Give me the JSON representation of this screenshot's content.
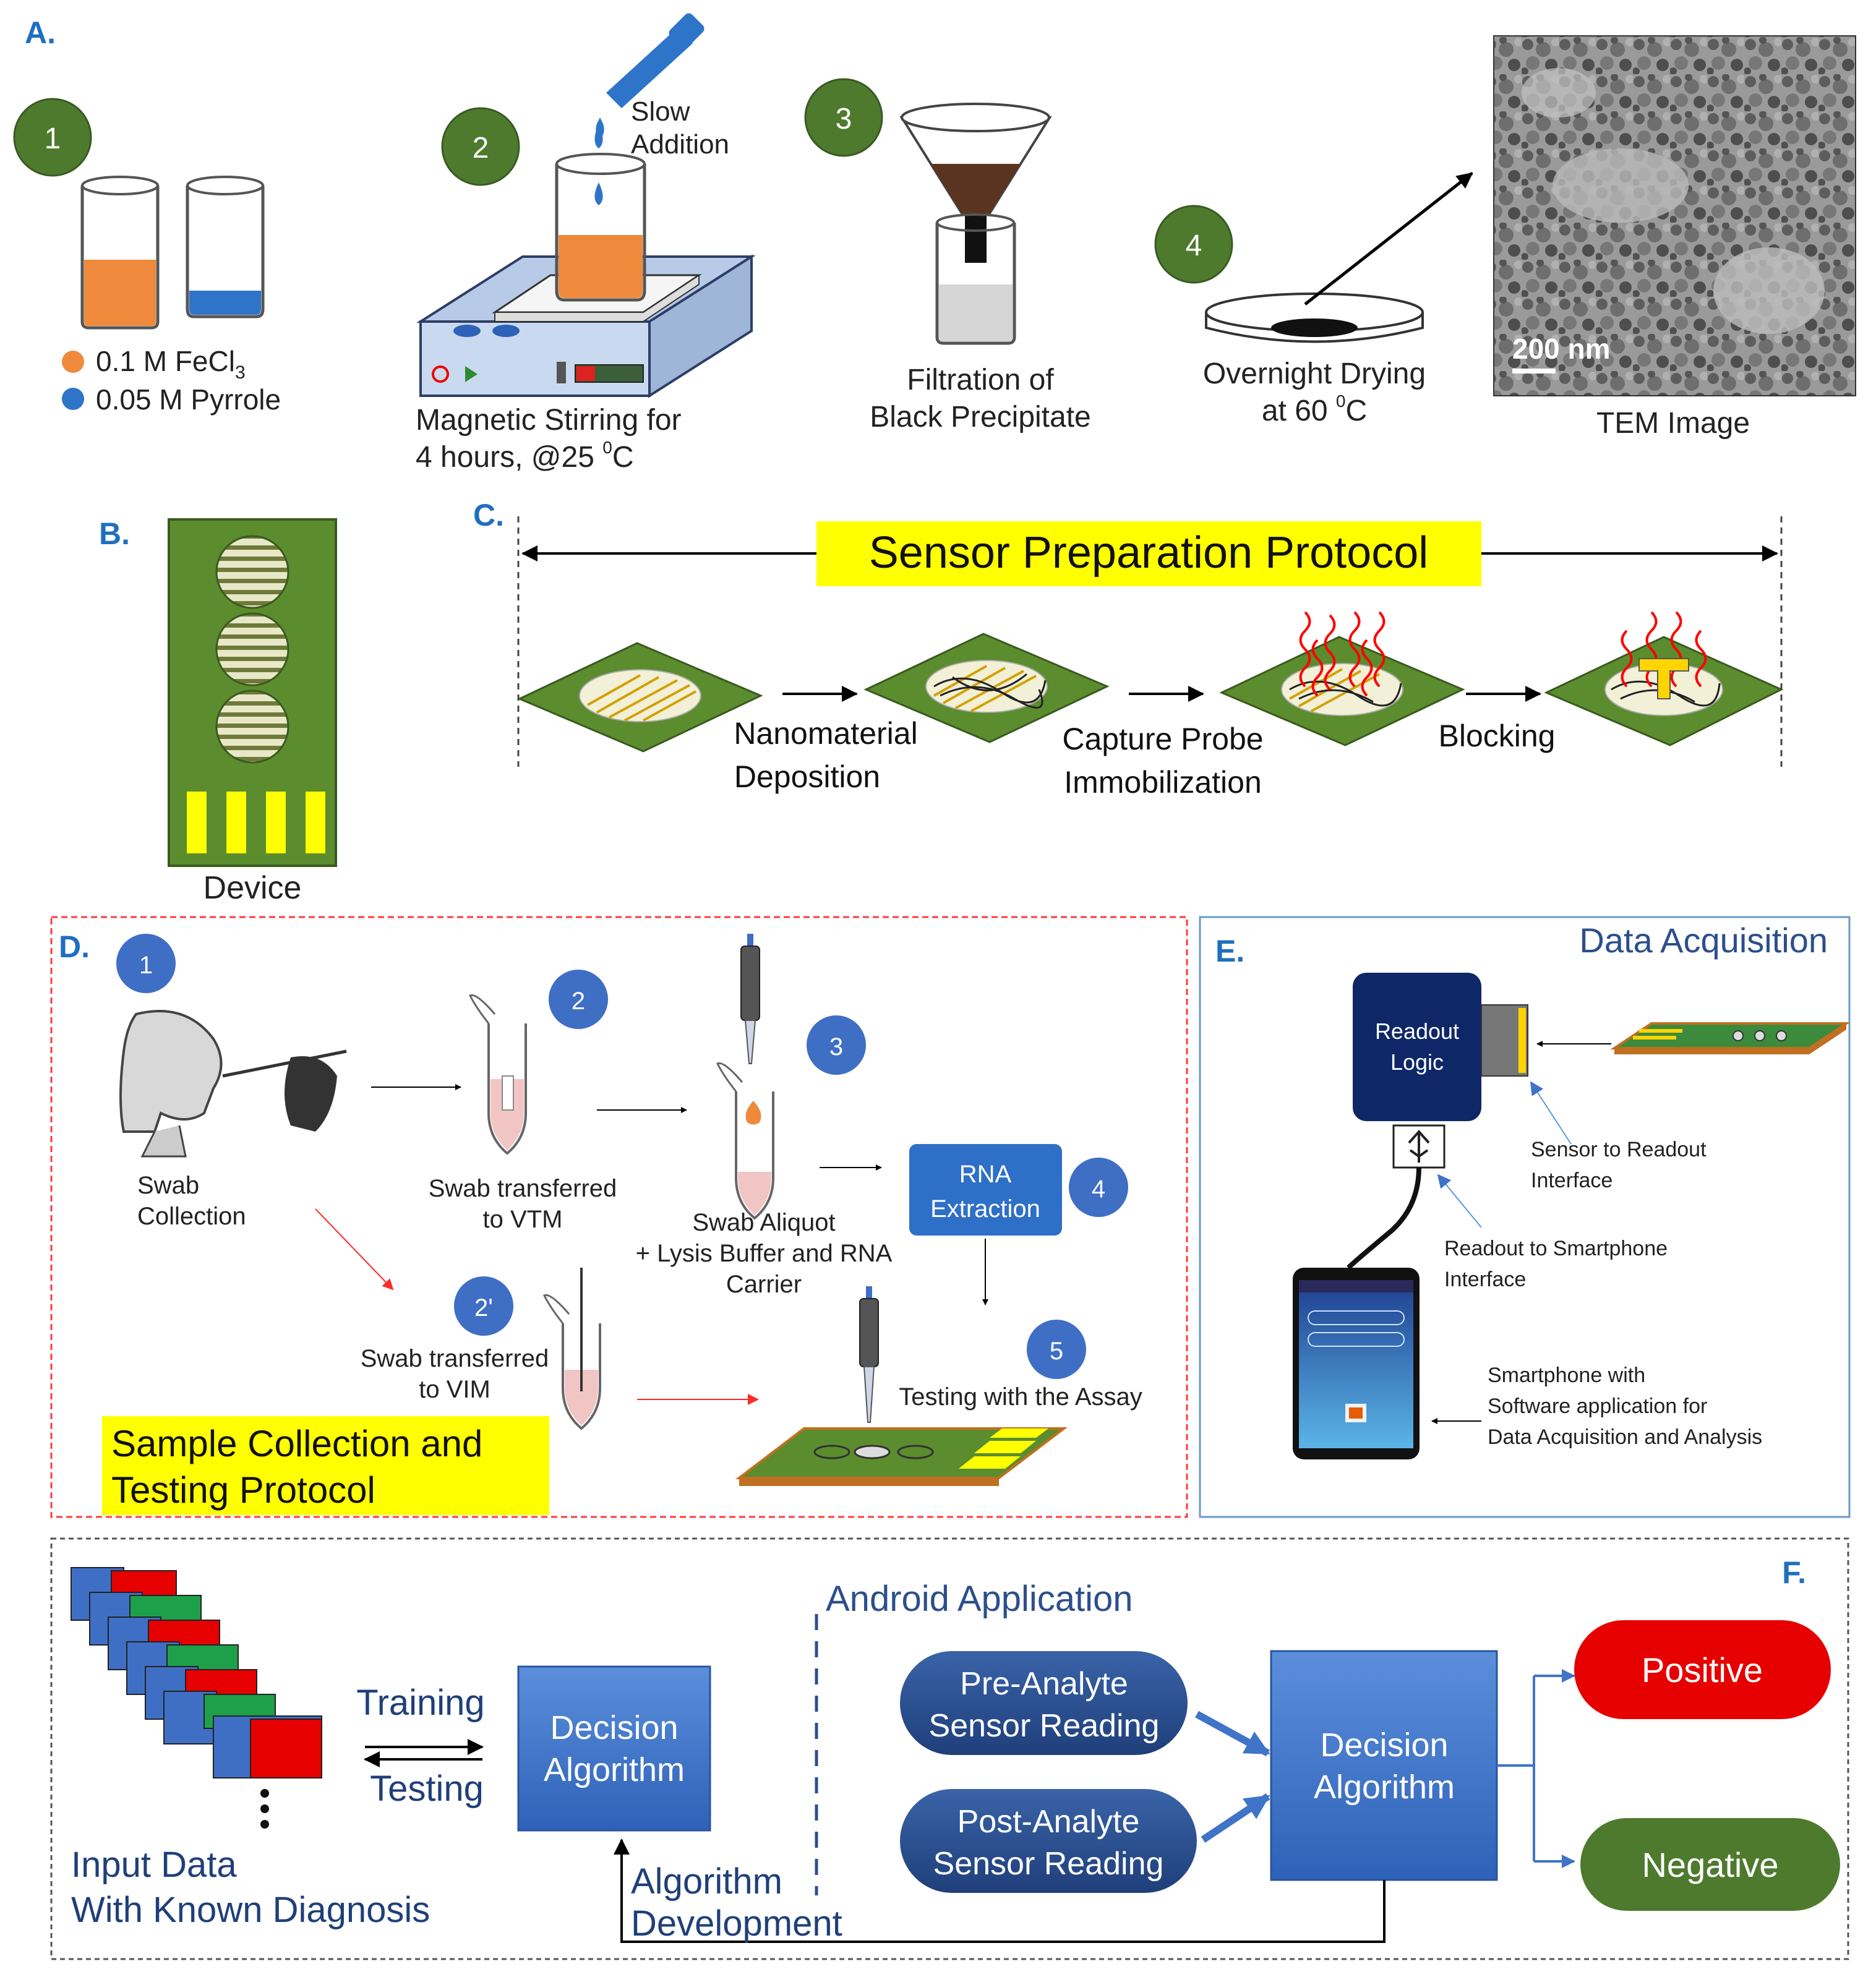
{
  "panels": {
    "a": "A.",
    "b": "B.",
    "c": "C.",
    "d": "D.",
    "e": "E.",
    "f": "F."
  },
  "section_a": {
    "step1": "1",
    "step2": "2",
    "step3": "3",
    "step4": "4",
    "legend_fecl3_main": "0.1 M FeCl",
    "legend_fecl3_sub": "3",
    "legend_pyrrole": "0.05 M Pyrrole",
    "slow_addition_1": "Slow",
    "slow_addition_2": "Addition",
    "stirring_1": "Magnetic Stirring for",
    "stirring_2_main": "4 hours, @25 ",
    "stirring_2_sup": "0",
    "stirring_2_end": "C",
    "filtration_1": "Filtration of",
    "filtration_2": "Black Precipitate",
    "drying_1": "Overnight Drying",
    "drying_2_main": "at 60 ",
    "drying_2_sup": "0",
    "drying_2_end": "C",
    "scale_bar": "200 nm",
    "tem_caption": "TEM Image"
  },
  "section_b": {
    "caption": "Device"
  },
  "section_c": {
    "title": "Sensor Preparation Protocol",
    "step1_1": "Nanomaterial",
    "step1_2": "Deposition",
    "step2_1": "Capture Probe",
    "step2_2": "Immobilization",
    "step3": "Blocking"
  },
  "section_d": {
    "step1": "1",
    "step2": "2",
    "step3": "3",
    "step4": "4",
    "step5": "5",
    "step2p": "2'",
    "swab_1": "Swab",
    "swab_2": "Collection",
    "vtm_1": "Swab transferred",
    "vtm_2": "to VTM",
    "aliquot_1": "Swab Aliquot",
    "aliquot_2": "+ Lysis Buffer and RNA",
    "aliquot_3": "Carrier",
    "rna_1": "RNA",
    "rna_2": "Extraction",
    "vim_1": "Swab transferred",
    "vim_2": "to VIM",
    "testing": "Testing with the Assay",
    "title_1": "Sample Collection and",
    "title_2": "Testing Protocol"
  },
  "section_e": {
    "title": "Data Acquisition",
    "readout_1": "Readout",
    "readout_2": "Logic",
    "sensor_iface_1": "Sensor to Readout",
    "sensor_iface_2": "Interface",
    "phone_iface_1": "Readout to Smartphone",
    "phone_iface_2": "Interface",
    "phone_1": "Smartphone with",
    "phone_2": "Software application for",
    "phone_3": "Data Acquisition and Analysis"
  },
  "section_f": {
    "android_title": "Android Application",
    "training": "Training",
    "testing": "Testing",
    "decision_1": "Decision",
    "decision_2": "Algorithm",
    "input_1": "Input Data",
    "input_2": "With Known Diagnosis",
    "algdev_1": "Algorithm",
    "algdev_2": "Development",
    "pre_1": "Pre-Analyte",
    "pre_2": "Sensor Reading",
    "post_1": "Post-Analyte",
    "post_2": "Sensor Reading",
    "positive": "Positive",
    "negative": "Negative"
  },
  "colors": {
    "panel_label": "#1f6fc0",
    "green_circle": "#4e7a2e",
    "blue_circle": "#3f6fc4",
    "orange": "#ef8a3c",
    "blue_liquid": "#2e74c9",
    "yellow": "#ffff00",
    "board_green": "#5b8c2e",
    "decision_blue": "#3f74c8",
    "navy_pill": "#2c4f8c",
    "positive": "#e60000",
    "negative": "#4e7a2e"
  }
}
